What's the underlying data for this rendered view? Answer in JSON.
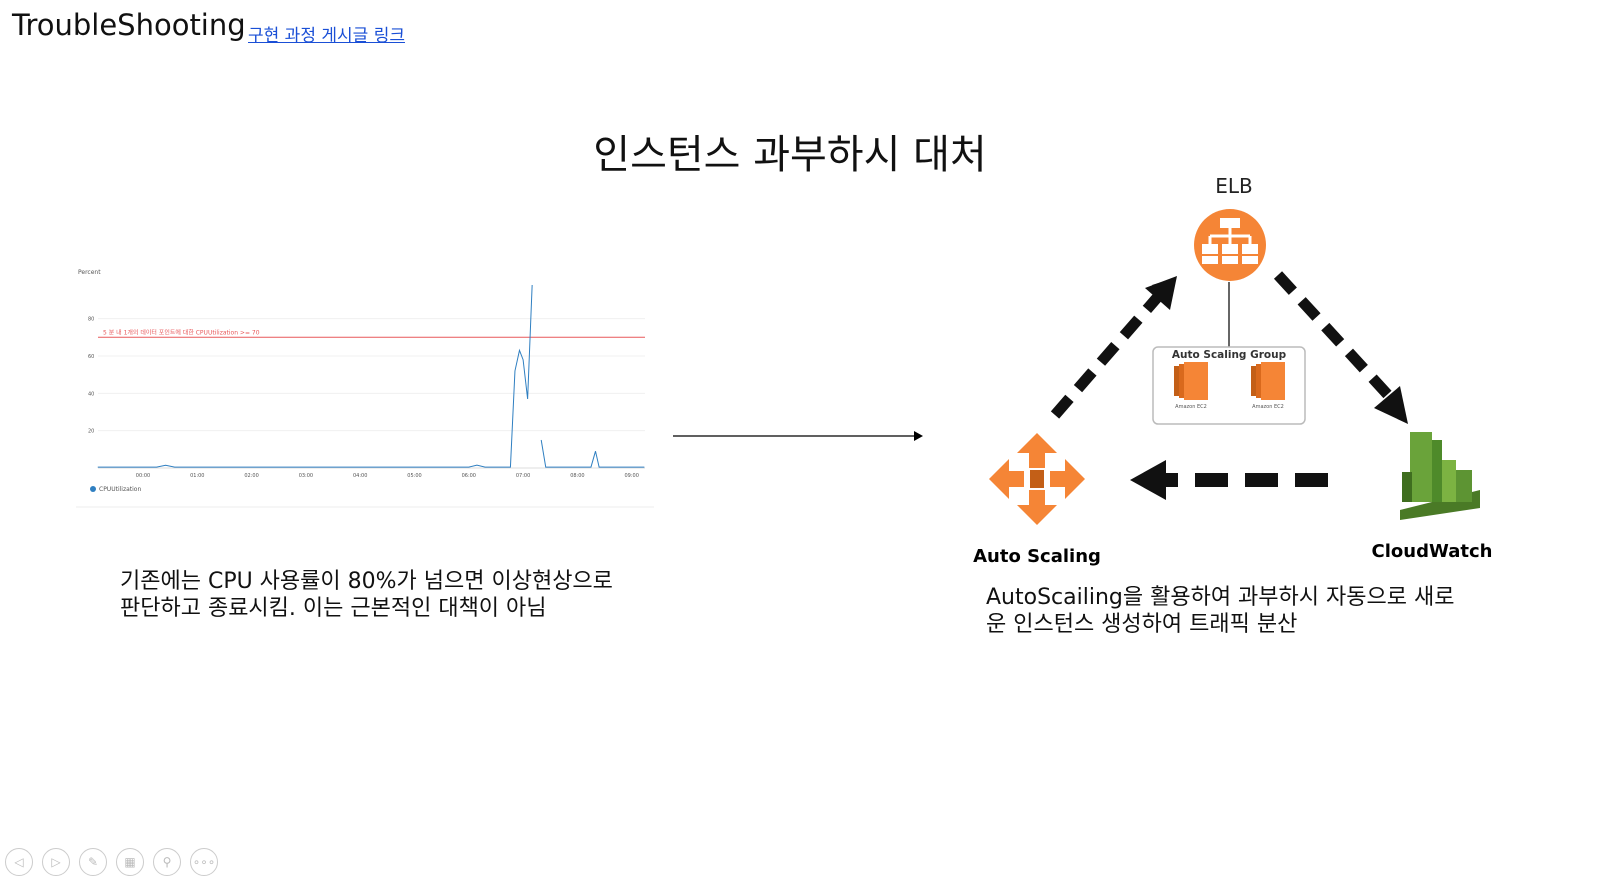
{
  "slide": {
    "title": "TroubleShooting",
    "link_text": "구현 과정 게시글 링크",
    "heading": "인스턴스 과부하시 대처",
    "left_description": "기존에는 CPU 사용률이 80%가 넘으면 이상현상으로 판단하고 종료시킴. 이는 근본적인 대책이 아님",
    "right_description": "AutoScailing을 활용하여 과부하시 자동으로 새로운 인스턴스 생성하여 트래픽 분산"
  },
  "diagram": {
    "elb_label": "ELB",
    "asg_label": "Auto Scaling Group",
    "ec2_label": "Amazon EC2",
    "autoscaling_label": "Auto Scaling",
    "cloudwatch_label": "CloudWatch",
    "colors": {
      "orange": "#f58536",
      "green": "#6aa33a",
      "arrow": "#111111"
    }
  },
  "chart_data": {
    "type": "line",
    "ylabel": "Percent",
    "y_ticks": [
      "20",
      "40",
      "60",
      "80"
    ],
    "ylim": [
      0,
      100
    ],
    "x_ticks": [
      "00:00",
      "01:00",
      "02:00",
      "03:00",
      "04:00",
      "05:00",
      "06:00",
      "07:00",
      "08:00",
      "09:00"
    ],
    "threshold": {
      "value": 70,
      "label": "5 분 내 1개의 데이터 포인트에 대한 CPUUtilization >= 70",
      "color": "#e8585a"
    },
    "legend": "CPUUtilization",
    "series_color": "#2f7fc1",
    "series": [
      {
        "name": "CPUUtilization",
        "segments": [
          [
            [
              "23:10",
              0.5
            ],
            [
              "00:15",
              0.5
            ],
            [
              "00:15",
              0.5
            ],
            [
              "00:25",
              1.5
            ],
            [
              "00:35",
              0.5
            ],
            [
              "06:00",
              0.5
            ],
            [
              "06:09",
              1.5
            ],
            [
              "06:18",
              0.5
            ],
            [
              "06:46",
              0.5
            ],
            [
              "06:51",
              52
            ],
            [
              "06:56",
              63
            ],
            [
              "07:00",
              58
            ],
            [
              "07:05",
              37
            ],
            [
              "07:10",
              98
            ]
          ],
          [
            [
              "07:20",
              15
            ],
            [
              "07:25",
              0.5
            ],
            [
              "08:15",
              0.5
            ],
            [
              "08:20",
              9
            ],
            [
              "08:24",
              0.5
            ],
            [
              "09:14",
              0.5
            ]
          ]
        ]
      }
    ]
  },
  "toolbar": {
    "buttons": [
      {
        "name": "previous-slide-button",
        "icon": "triangle-left-icon",
        "glyph": "◁"
      },
      {
        "name": "next-slide-button",
        "icon": "triangle-right-icon",
        "glyph": "▷"
      },
      {
        "name": "pen-button",
        "icon": "pen-icon",
        "glyph": "✎"
      },
      {
        "name": "see-all-slides-button",
        "icon": "slides-grid-icon",
        "glyph": "▦"
      },
      {
        "name": "zoom-button",
        "icon": "magnifier-icon",
        "glyph": "⚲"
      },
      {
        "name": "more-options-button",
        "icon": "more-icon",
        "glyph": "∘∘∘"
      }
    ]
  }
}
